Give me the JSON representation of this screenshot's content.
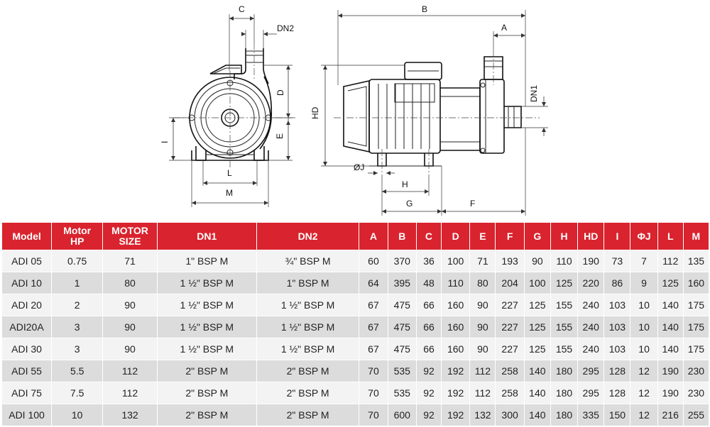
{
  "dimension_labels": {
    "front": {
      "C": "C",
      "DN2": "DN2",
      "D": "D",
      "E": "E",
      "I": "I",
      "L": "L",
      "M": "M"
    },
    "side": {
      "B": "B",
      "A": "A",
      "DN1": "DN1",
      "HD": "HD",
      "J": "ØJ",
      "H": "H",
      "G": "G",
      "F": "F"
    }
  },
  "table": {
    "headers": [
      "Model",
      "Motor\nHP",
      "MOTOR\nSIZE",
      "DN1",
      "DN2",
      "A",
      "B",
      "C",
      "D",
      "E",
      "F",
      "G",
      "H",
      "HD",
      "I",
      "ΦJ",
      "L",
      "M"
    ],
    "rows": [
      [
        "ADI 05",
        "0.75",
        "71",
        "1\" BSP M",
        "¾\" BSP M",
        "60",
        "370",
        "36",
        "100",
        "71",
        "193",
        "90",
        "110",
        "190",
        "73",
        "7",
        "112",
        "135"
      ],
      [
        "ADI 10",
        "1",
        "80",
        "1 ½\" BSP M",
        "1\" BSP M",
        "64",
        "395",
        "48",
        "110",
        "80",
        "204",
        "100",
        "125",
        "220",
        "86",
        "9",
        "125",
        "160"
      ],
      [
        "ADI 20",
        "2",
        "90",
        "1 ½\" BSP M",
        "1 ½\" BSP M",
        "67",
        "475",
        "66",
        "160",
        "90",
        "227",
        "125",
        "155",
        "240",
        "103",
        "10",
        "140",
        "175"
      ],
      [
        "ADI20A",
        "3",
        "90",
        "1 ½\" BSP M",
        "1 ½\" BSP M",
        "67",
        "475",
        "66",
        "160",
        "90",
        "227",
        "125",
        "155",
        "240",
        "103",
        "10",
        "140",
        "175"
      ],
      [
        "ADI 30",
        "3",
        "90",
        "1 ½\" BSP M",
        "1 ½\" BSP M",
        "67",
        "475",
        "66",
        "160",
        "90",
        "227",
        "125",
        "155",
        "240",
        "103",
        "10",
        "140",
        "175"
      ],
      [
        "ADI 55",
        "5.5",
        "112",
        "2\" BSP M",
        "2\" BSP M",
        "70",
        "535",
        "92",
        "192",
        "112",
        "258",
        "140",
        "180",
        "295",
        "128",
        "12",
        "190",
        "230"
      ],
      [
        "ADI 75",
        "7.5",
        "112",
        "2\" BSP M",
        "2\" BSP M",
        "70",
        "535",
        "92",
        "192",
        "112",
        "258",
        "140",
        "180",
        "295",
        "128",
        "12",
        "190",
        "230"
      ],
      [
        "ADI 100",
        "10",
        "132",
        "2\" BSP M",
        "2\" BSP M",
        "70",
        "600",
        "92",
        "192",
        "132",
        "300",
        "140",
        "180",
        "335",
        "150",
        "12",
        "216",
        "255"
      ]
    ]
  }
}
